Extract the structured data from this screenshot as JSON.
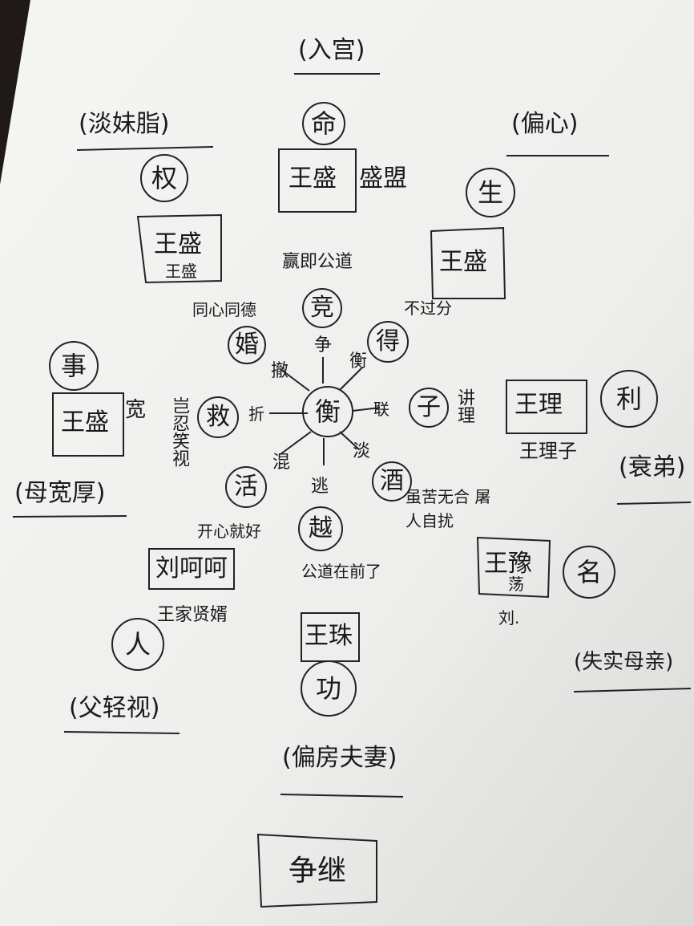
{
  "headings": {
    "top": "(入宫)",
    "top_left": "(淡妹脂)",
    "top_right": "(偏心)",
    "left": "(母宽厚)",
    "right": "(衰弟)",
    "bottom_left": "(父轻视)",
    "bottom_right": "(失实母亲)",
    "bottom": "(偏房夫妻)"
  },
  "circles": {
    "ming": "命",
    "quan": "权",
    "sheng": "生",
    "shi": "事",
    "li": "利",
    "ren": "人",
    "ming2": "名",
    "gong": "功",
    "jing": "竞",
    "hun": "婚",
    "de": "得",
    "jiu": "救",
    "zi": "子",
    "huo": "活",
    "jiu2": "酒",
    "yue": "越",
    "center": "衡"
  },
  "boxes": {
    "top": "王盛",
    "top_left": "王盛",
    "top_left_sub": "王盛",
    "top_right": "王盛",
    "left": "王盛",
    "right": "王理",
    "bottom_left": "刘呵呵",
    "bottom_right": "王豫",
    "bottom_right_sub": "荡",
    "bottom": "王珠",
    "footer": "争继"
  },
  "notes": {
    "top_box_side": "盛盟",
    "jing_label": "赢即公道",
    "hun_label": "同心同德",
    "de_label": "不过分",
    "spoke_zheng": "争",
    "spoke_xie": "撤",
    "spoke_heng": "衡",
    "spoke_hun": "混",
    "spoke_dan": "淡",
    "spoke_tao": "逃",
    "spoke_lian": "联",
    "spoke_zhe": "折",
    "zi_label": "讲理",
    "li_sub": "王理子",
    "jiu_label": "岂忍笑视",
    "left_box_side": "宽",
    "huo_label": "开心就好",
    "jiu2_label": "虽苦无合 屠人自扰",
    "yue_label": "公道在前了",
    "bottom_left_sub": "王家贤婿",
    "ming2_sub": "刘."
  }
}
